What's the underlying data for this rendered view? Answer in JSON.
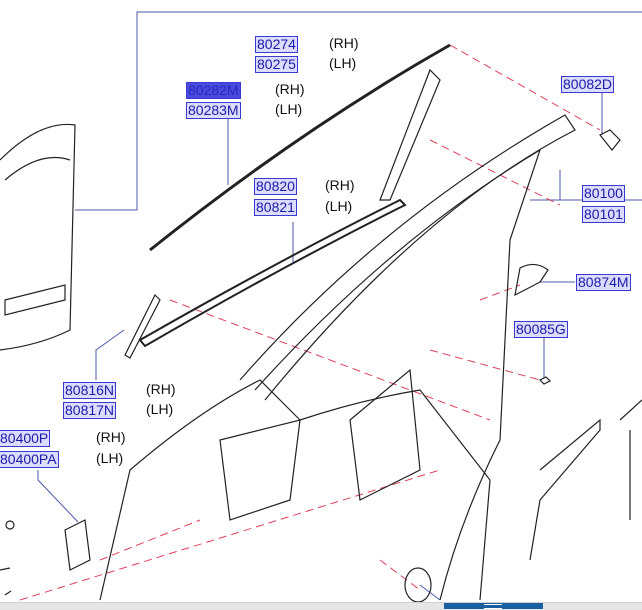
{
  "parts": [
    {
      "id": "p80274",
      "number": "80274",
      "side": "(RH)"
    },
    {
      "id": "p80275",
      "number": "80275",
      "side": "(LH)"
    },
    {
      "id": "p80282M",
      "number": "80282M",
      "side": "(RH)",
      "selected": true
    },
    {
      "id": "p80283M",
      "number": "80283M",
      "side": "(LH)"
    },
    {
      "id": "p80820",
      "number": "80820",
      "side": "(RH)"
    },
    {
      "id": "p80821",
      "number": "80821",
      "side": "(LH)"
    },
    {
      "id": "p80816N",
      "number": "80816N",
      "side": "(RH)"
    },
    {
      "id": "p80817N",
      "number": "80817N",
      "side": "(LH)"
    },
    {
      "id": "p80400P",
      "number": "80400P",
      "side": "(RH)"
    },
    {
      "id": "p80400PA",
      "number": "80400PA",
      "side": "(LH)"
    },
    {
      "id": "p80082D",
      "number": "80082D"
    },
    {
      "id": "p80100",
      "number": "80100"
    },
    {
      "id": "p80101",
      "number": "80101"
    },
    {
      "id": "p80874M",
      "number": "80874M"
    },
    {
      "id": "p80085G",
      "number": "80085G"
    }
  ],
  "colors": {
    "label_border": "#3a3ad0",
    "leader": "#4a5aa8",
    "dash": "#e0405a",
    "scroll_thumb": "#1a5fa0"
  }
}
